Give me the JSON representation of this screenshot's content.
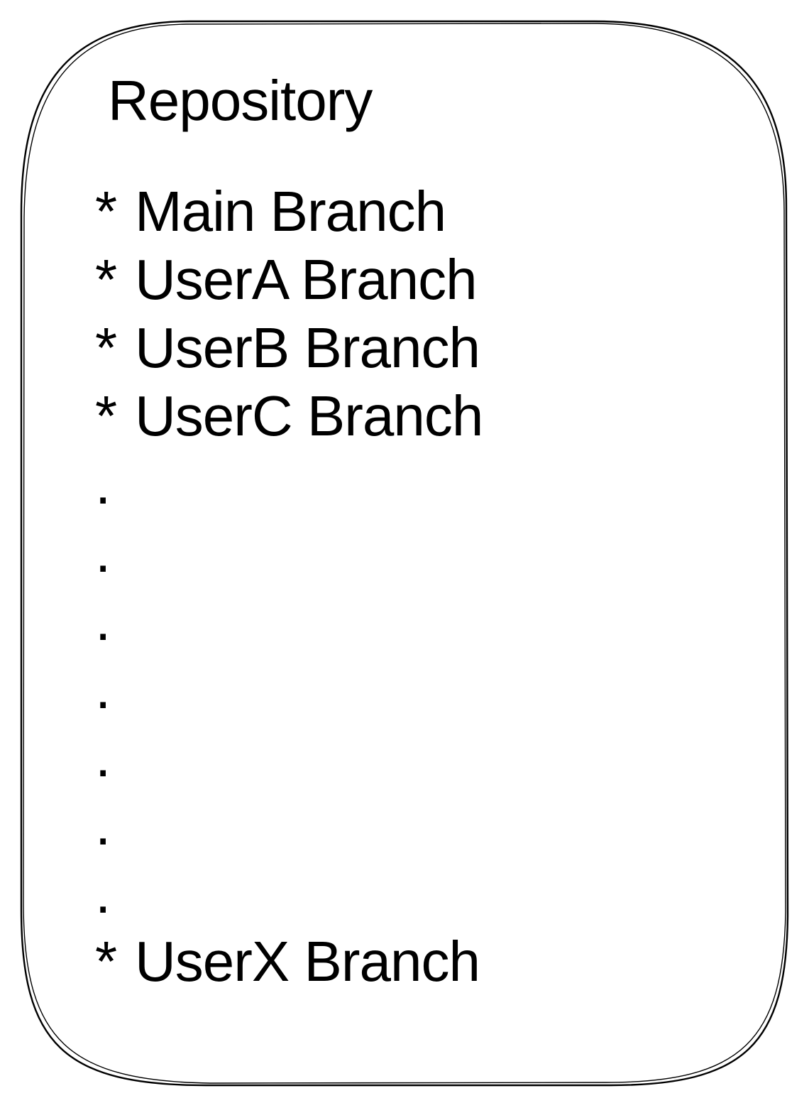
{
  "title": "Repository",
  "branches_top": [
    {
      "bullet": "*",
      "label": "Main Branch"
    },
    {
      "bullet": "*",
      "label": "UserA Branch"
    },
    {
      "bullet": "*",
      "label": "UserB Branch"
    },
    {
      "bullet": "*",
      "label": "UserC Branch"
    }
  ],
  "ellipsis": [
    ".",
    ".",
    ".",
    ".",
    ".",
    ".",
    "."
  ],
  "branches_bottom": [
    {
      "bullet": "*",
      "label": "UserX Branch"
    }
  ],
  "colors": {
    "stroke": "#000000",
    "background": "#ffffff"
  }
}
